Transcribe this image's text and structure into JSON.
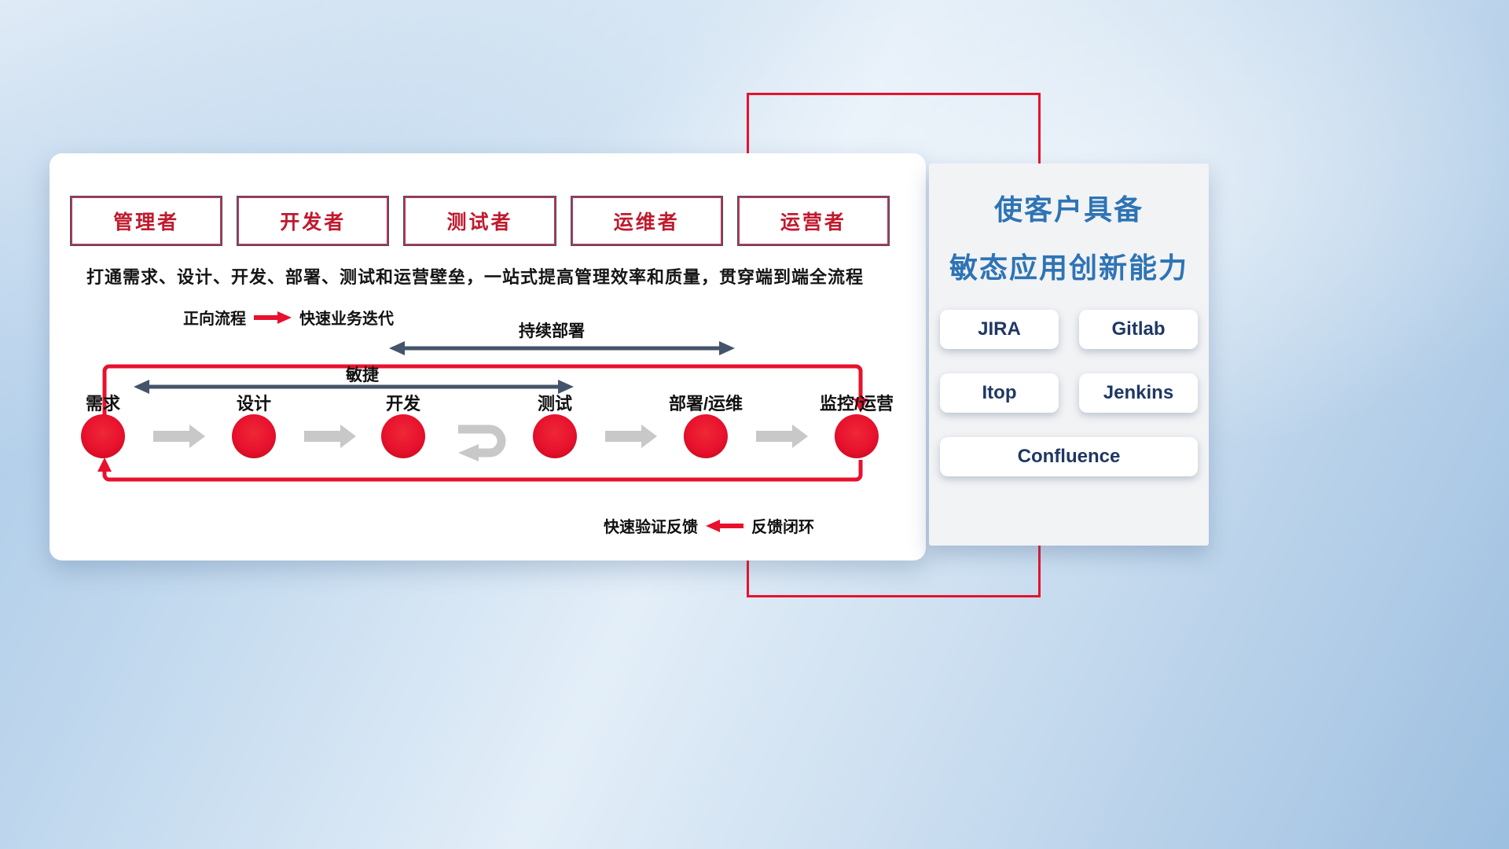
{
  "roles": [
    "管理者",
    "开发者",
    "测试者",
    "运维者",
    "运营者"
  ],
  "subtitle": "打通需求、设计、开发、部署、测试和运营壁垒，一站式提高管理效率和质量，贯穿端到端全流程",
  "legends": {
    "forward_label": "正向流程",
    "forward_desc": "快速业务迭代",
    "feedback_desc": "快速验证反馈",
    "feedback_label": "反馈闭环"
  },
  "flow": {
    "stages": [
      "需求",
      "设计",
      "开发",
      "测试",
      "部署/运维",
      "监控/运营"
    ],
    "agile_label": "敏捷",
    "continuous_deploy_label": "持续部署"
  },
  "panel": {
    "title_line1": "使客户具备",
    "title_line2": "敏态应用创新能力",
    "tools": [
      "JIRA",
      "Gitlab",
      "Itop",
      "Jenkins",
      "Confluence"
    ]
  },
  "colors": {
    "red": "#e8112d",
    "role_red": "#c01a2e",
    "navy": "#44546a",
    "arrow_gray": "#c8c8c8",
    "panel_blue": "#2e74b5",
    "tool_text": "#1f3864"
  }
}
